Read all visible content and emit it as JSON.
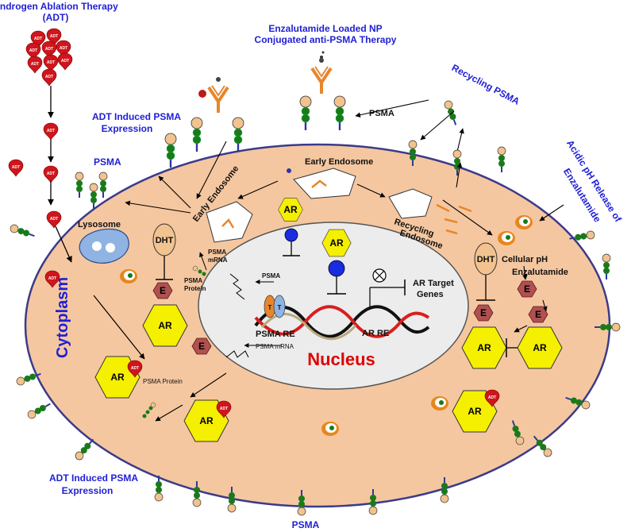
{
  "labels": {
    "adt_title": "Androgen Ablation Therapy",
    "adt_abbr": "(ADT)",
    "np_line1": "Enzalutamide Loaded NP",
    "np_line2": "Conjugated anti-PSMA Therapy",
    "recycling_psma": "Recycling PSMA",
    "acidic_line1": "Acidic pH Release of",
    "acidic_line2": "Enzalutamide",
    "adt_induced_top_1": "ADT Induced PSMA",
    "adt_induced_top_2": "Expression",
    "adt_induced_bottom_1": "ADT Induced PSMA",
    "adt_induced_bottom_2": "Expression",
    "psma_top": "PSMA",
    "psma_left": "PSMA",
    "psma_bottom": "PSMA",
    "early_endosome_top": "Early Endosome",
    "early_endosome_left": "Early Endosome",
    "recycling_endosome_1": "Recycling",
    "recycling_endosome_2": "Endosome",
    "lysosome": "Lysosome",
    "cytoplasm": "Cytoplasm",
    "nucleus": "Nucleus",
    "dht": "DHT",
    "ar": "AR",
    "e": "E",
    "adt": "ADT",
    "psma_mrna_1": "PSMA",
    "psma_mrna_2": "mRNA",
    "psma_protein_1": "PSMA",
    "psma_protein_2": "Protein",
    "psma_small": "PSMA",
    "psma_mrna_line": "PSMA mRNA",
    "psma_re": "PSMA RE",
    "ar_re": "AR RE",
    "ar_target_1": "AR Target",
    "ar_target_2": "Genes",
    "cellular_ph": "Cellular pH",
    "enzalutamide": "Enzalutamide",
    "psma_protein_line": "PSMA Protein"
  },
  "colors": {
    "cell_fill": "#f5c7a0",
    "nucleus_fill": "#ececec",
    "ar_fill": "#f5ef00",
    "e_fill": "#b05050",
    "adt_fill": "#d0151c",
    "psma_head": "#f2c38e",
    "psma_body": "#1a7a1a",
    "antibody": "#e8862c",
    "text_blue": "#1f1fd6",
    "nucleus_red": "#e00000"
  }
}
